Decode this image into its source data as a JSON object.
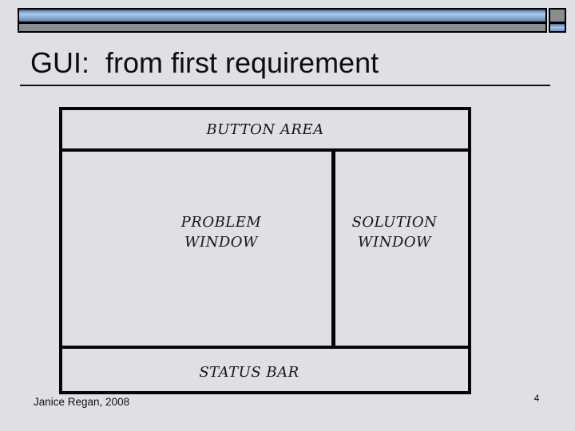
{
  "slide": {
    "title": "GUI:  from first requirement",
    "footer": "Janice Regan, 2008",
    "page_number": "4"
  },
  "diagram": {
    "button_area_label": "BUTTON AREA",
    "problem_window_label": "PROBLEM\nWINDOW",
    "solution_window_label": "SOLUTION\nWINDOW",
    "status_bar_label": "STATUS BAR"
  },
  "colors": {
    "slide_background": "#dfe0e3",
    "header_bar_blue_light": "#abc8ea",
    "header_bar_blue_dark": "#3d608a",
    "header_bar_gray": "#8a8d90",
    "diagram_line": "#050505",
    "text": "#0d0d0d"
  }
}
